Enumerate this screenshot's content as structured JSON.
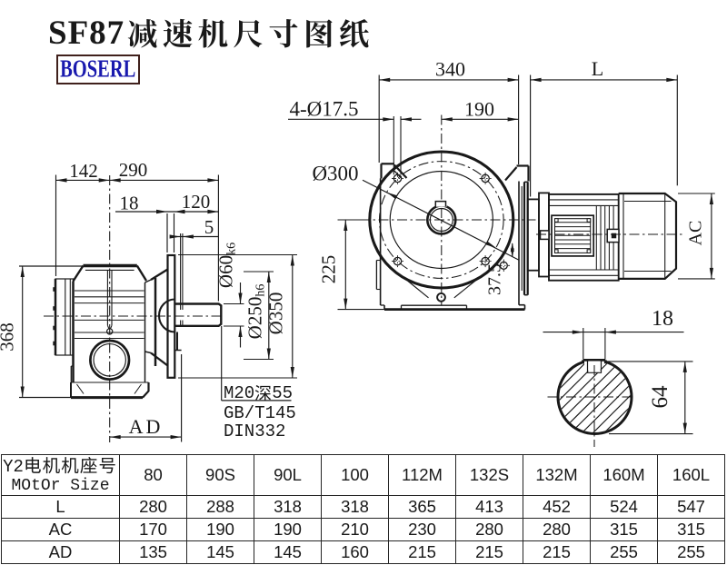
{
  "title": {
    "model": "SF87",
    "cjk": "减速机尺寸图纸",
    "full": "SF87减速机尺寸图纸"
  },
  "logo": {
    "text": "BOSERL"
  },
  "colors": {
    "ink": "#191919",
    "background": "#ffffff",
    "logo_text": "#1a1aae",
    "logo_border": "#40201c"
  },
  "side_view": {
    "dims": {
      "d142": "142",
      "d290": "290",
      "d18": "18",
      "d120": "120",
      "d5": "5",
      "d368": "368",
      "dAD": "AD",
      "d60": {
        "main": "Ø60",
        "tol": "k6",
        "full": "Ø60k6"
      },
      "d250": {
        "main": "Ø250",
        "tol": "h6",
        "full": "Ø250h6"
      },
      "d350": "Ø350"
    },
    "notes": {
      "tap_pre": "M20",
      "tap_cjk": "深",
      "tap_post": "55",
      "tap_full": "M20深55",
      "std1": "GB/T145",
      "std2": "DIN332"
    }
  },
  "front_view": {
    "dims": {
      "d340": "340",
      "dL": "L",
      "d190": "190",
      "holes": "4-Ø17.5",
      "d300": "Ø300",
      "d225": "225",
      "d37_5": "37.5",
      "dAC": "AC"
    }
  },
  "shaft_section": {
    "dims": {
      "key_width": "18",
      "key_height": "64"
    }
  },
  "table": {
    "row_header": {
      "line1": "Y2电机机座号",
      "line1_latin": "Y2",
      "line1_cjk": "电机机座号",
      "line2": "MOtOr Size"
    },
    "columns": [
      "80",
      "90S",
      "90L",
      "100",
      "112M",
      "132S",
      "132M",
      "160M",
      "160L"
    ],
    "rows": [
      {
        "label": "L",
        "values": [
          "280",
          "288",
          "318",
          "318",
          "365",
          "413",
          "452",
          "524",
          "547"
        ]
      },
      {
        "label": "AC",
        "values": [
          "170",
          "190",
          "190",
          "210",
          "230",
          "280",
          "280",
          "315",
          "315"
        ]
      },
      {
        "label": "AD",
        "values": [
          "135",
          "145",
          "145",
          "160",
          "215",
          "215",
          "215",
          "255",
          "255"
        ]
      }
    ]
  }
}
